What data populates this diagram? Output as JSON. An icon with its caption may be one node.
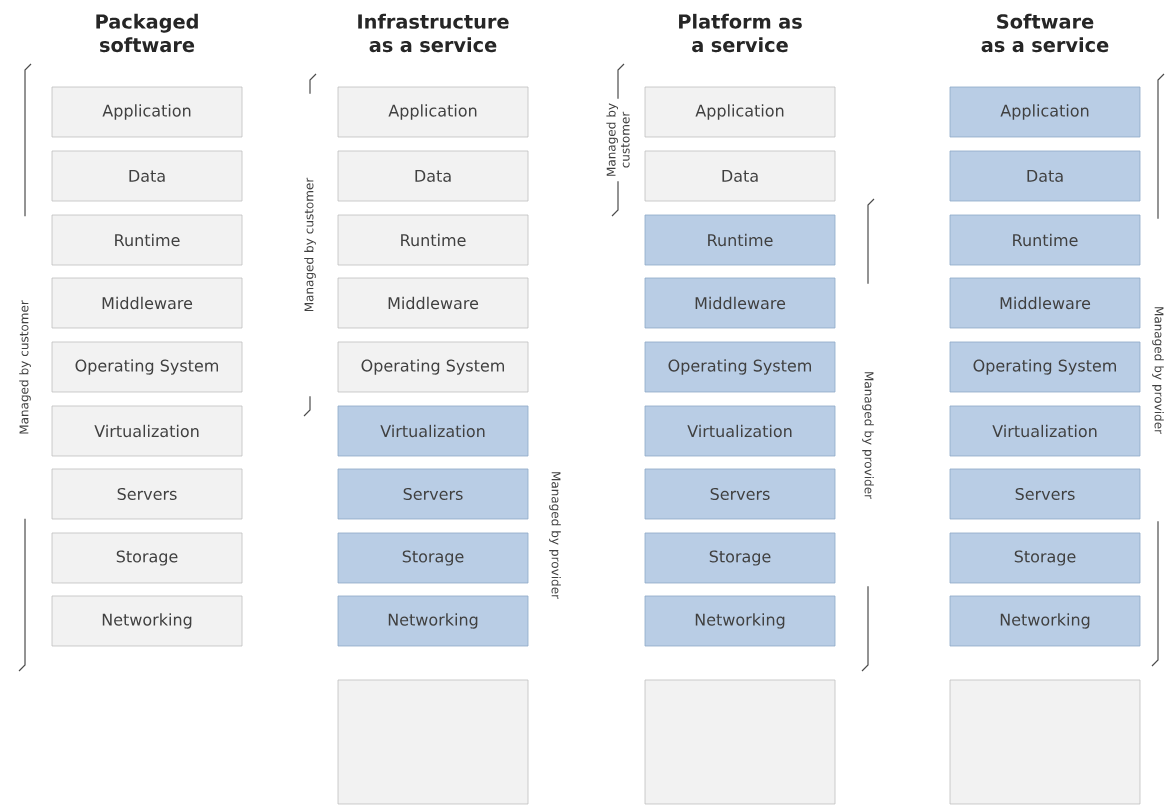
{
  "diagram": {
    "nodes": [
      {
        "text": [
          "Application"
        ]
      },
      {
        "text": [
          "Data"
        ]
      },
      {
        "text": [
          "Runtime"
        ]
      },
      {
        "text": [
          "Middleware"
        ]
      },
      {
        "text": [
          "Operating System"
        ]
      },
      {
        "text": [
          "Virtualization"
        ]
      },
      {
        "text": [
          "Servers"
        ]
      },
      {
        "text": [
          "Storage"
        ]
      },
      {
        "text": [
          "Networking"
        ]
      },
      {
        "text": [
          "Application"
        ]
      },
      {
        "text": [
          "Data"
        ]
      },
      {
        "text": [
          "Runtime"
        ]
      },
      {
        "text": [
          "Middleware"
        ]
      },
      {
        "text": [
          "Operating System"
        ]
      },
      {
        "text": [
          "Virtualization"
        ]
      },
      {
        "text": [
          "Servers"
        ]
      },
      {
        "text": [
          "Storage"
        ]
      },
      {
        "text": [
          "Networking"
        ]
      },
      {
        "text": [],
        "shape": "box"
      },
      {
        "text": [
          "Application"
        ]
      },
      {
        "text": [
          "Data"
        ]
      },
      {
        "text": [
          "Runtime"
        ]
      },
      {
        "text": [
          "Middleware"
        ]
      },
      {
        "text": [
          "Operating System"
        ]
      },
      {
        "text": [
          "Virtualization"
        ]
      },
      {
        "text": [
          "Servers"
        ]
      },
      {
        "text": [
          "Storage"
        ]
      },
      {
        "text": [
          "Networking"
        ]
      },
      {
        "text": [],
        "shape": "box"
      },
      {
        "text": [
          "Application"
        ]
      },
      {
        "text": [
          "Data"
        ]
      },
      {
        "text": [
          "Runtime"
        ]
      },
      {
        "text": [
          "Middleware"
        ]
      },
      {
        "text": [
          "Operating System"
        ]
      },
      {
        "text": [
          "Virtualization"
        ]
      },
      {
        "text": [
          "Servers"
        ]
      },
      {
        "text": [
          "Storage"
        ]
      },
      {
        "text": [
          "Networking"
        ]
      },
      {
        "text": [],
        "shape": "box"
      }
    ],
    "labels": [
      "Packaged software",
      "Infrastructure as a service",
      "Platform as a service",
      "Software as a service",
      "Managed by customer",
      "Managed by customer",
      "Managed by provider",
      "Managed by customer",
      "Managed by provider",
      "Managed by provider"
    ]
  }
}
